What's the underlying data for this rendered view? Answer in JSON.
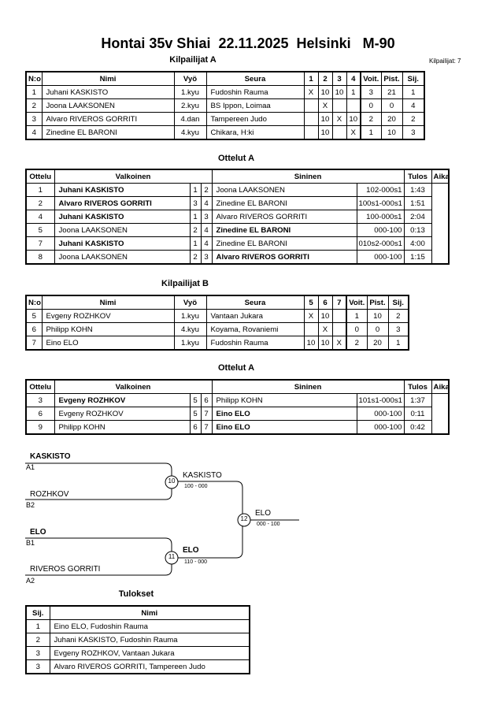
{
  "header": {
    "title": "Hontai 35v Shiai  22.11.2025  Helsinki   M-90",
    "competitors_count": "Kilpailijat: 7"
  },
  "pool_a": {
    "title": "Kilpailijat A",
    "headers": [
      "N:o",
      "Nimi",
      "Vyö",
      "Seura",
      "1",
      "2",
      "3",
      "4",
      "Voit.",
      "Pist.",
      "Sij."
    ],
    "rows": [
      [
        "1",
        "Juhani KASKISTO",
        "1.kyu",
        "Fudoshin Rauma",
        "X",
        "10",
        "10",
        "1",
        "3",
        "21",
        "1"
      ],
      [
        "2",
        "Joona LAAKSONEN",
        "2.kyu",
        "BS Ippon, Loimaa",
        "",
        "X",
        "",
        "",
        "0",
        "0",
        "4"
      ],
      [
        "3",
        "Alvaro RIVEROS GORRITI",
        "4.dan",
        "Tampereen Judo",
        "",
        "10",
        "X",
        "10",
        "2",
        "20",
        "2"
      ],
      [
        "4",
        "Zinedine EL BARONI",
        "4.kyu",
        "Chikara, H:ki",
        "",
        "10",
        "",
        "X",
        "1",
        "10",
        "3"
      ]
    ]
  },
  "matches_a": {
    "title": "Ottelut A",
    "headers": [
      "Ottelu",
      "Valkoinen",
      "Sininen",
      "Tulos",
      "Aika"
    ],
    "rows": [
      {
        "n": "1",
        "white": "Juhani KASKISTO",
        "wb": true,
        "wn": "1",
        "bn": "2",
        "blue": "Joona LAAKSONEN",
        "bb": false,
        "result": "102-000s1",
        "time": "1:43"
      },
      {
        "n": "2",
        "white": "Alvaro RIVEROS GORRITI",
        "wb": true,
        "wn": "3",
        "bn": "4",
        "blue": "Zinedine EL BARONI",
        "bb": false,
        "result": "100s1-000s1",
        "time": "1:51"
      },
      {
        "n": "4",
        "white": "Juhani KASKISTO",
        "wb": true,
        "wn": "1",
        "bn": "3",
        "blue": "Alvaro RIVEROS GORRITI",
        "bb": false,
        "result": "100-000s1",
        "time": "2:04"
      },
      {
        "n": "5",
        "white": "Joona LAAKSONEN",
        "wb": false,
        "wn": "2",
        "bn": "4",
        "blue": "Zinedine EL BARONI",
        "bb": true,
        "result": "000-100",
        "time": "0:13"
      },
      {
        "n": "7",
        "white": "Juhani KASKISTO",
        "wb": true,
        "wn": "1",
        "bn": "4",
        "blue": "Zinedine EL BARONI",
        "bb": false,
        "result": "010s2-000s1",
        "time": "4:00"
      },
      {
        "n": "8",
        "white": "Joona LAAKSONEN",
        "wb": false,
        "wn": "2",
        "bn": "3",
        "blue": "Alvaro RIVEROS GORRITI",
        "bb": true,
        "result": "000-100",
        "time": "1:15"
      }
    ]
  },
  "pool_b": {
    "title": "Kilpailijat B",
    "headers": [
      "N:o",
      "Nimi",
      "Vyö",
      "Seura",
      "5",
      "6",
      "7",
      "Voit.",
      "Pist.",
      "Sij."
    ],
    "rows": [
      [
        "5",
        "Evgeny ROZHKOV",
        "1.kyu",
        "Vantaan Jukara",
        "X",
        "10",
        "",
        "1",
        "10",
        "2"
      ],
      [
        "6",
        "Philipp KOHN",
        "4.kyu",
        "Koyama, Rovaniemi",
        "",
        "X",
        "",
        "0",
        "0",
        "3"
      ],
      [
        "7",
        "Eino ELO",
        "1.kyu",
        "Fudoshin Rauma",
        "10",
        "10",
        "X",
        "2",
        "20",
        "1"
      ]
    ]
  },
  "matches_b": {
    "title": "Ottelut A",
    "headers": [
      "Ottelu",
      "Valkoinen",
      "Sininen",
      "Tulos",
      "Aika"
    ],
    "rows": [
      {
        "n": "3",
        "white": "Evgeny ROZHKOV",
        "wb": true,
        "wn": "5",
        "bn": "6",
        "blue": "Philipp KOHN",
        "bb": false,
        "result": "101s1-000s1",
        "time": "1:37"
      },
      {
        "n": "6",
        "white": "Evgeny ROZHKOV",
        "wb": false,
        "wn": "5",
        "bn": "7",
        "blue": "Eino ELO",
        "bb": true,
        "result": "000-100",
        "time": "0:11"
      },
      {
        "n": "9",
        "white": "Philipp KOHN",
        "wb": false,
        "wn": "6",
        "bn": "7",
        "blue": "Eino ELO",
        "bb": true,
        "result": "000-100",
        "time": "0:42"
      }
    ]
  },
  "bracket": {
    "semi1": {
      "top": "KASKISTO",
      "top_pos": "A1",
      "bottom": "ROZHKOV",
      "bottom_pos": "B2",
      "match": "10",
      "winner": "KASKISTO",
      "score": "100 - 000"
    },
    "semi2": {
      "top": "ELO",
      "top_pos": "B1",
      "bottom": "RIVEROS GORRITI",
      "bottom_pos": "A2",
      "match": "11",
      "winner": "ELO",
      "score": "110 - 000"
    },
    "final": {
      "match": "12",
      "winner": "ELO",
      "score": "000 - 100"
    }
  },
  "results": {
    "title": "Tulokset",
    "headers": [
      "Sij.",
      "Nimi"
    ],
    "rows": [
      [
        "1",
        "Eino ELO, Fudoshin Rauma"
      ],
      [
        "2",
        "Juhani KASKISTO, Fudoshin Rauma"
      ],
      [
        "3",
        "Evgeny ROZHKOV, Vantaan Jukara"
      ],
      [
        "3",
        "Alvaro RIVEROS GORRITI, Tampereen Judo"
      ]
    ]
  }
}
